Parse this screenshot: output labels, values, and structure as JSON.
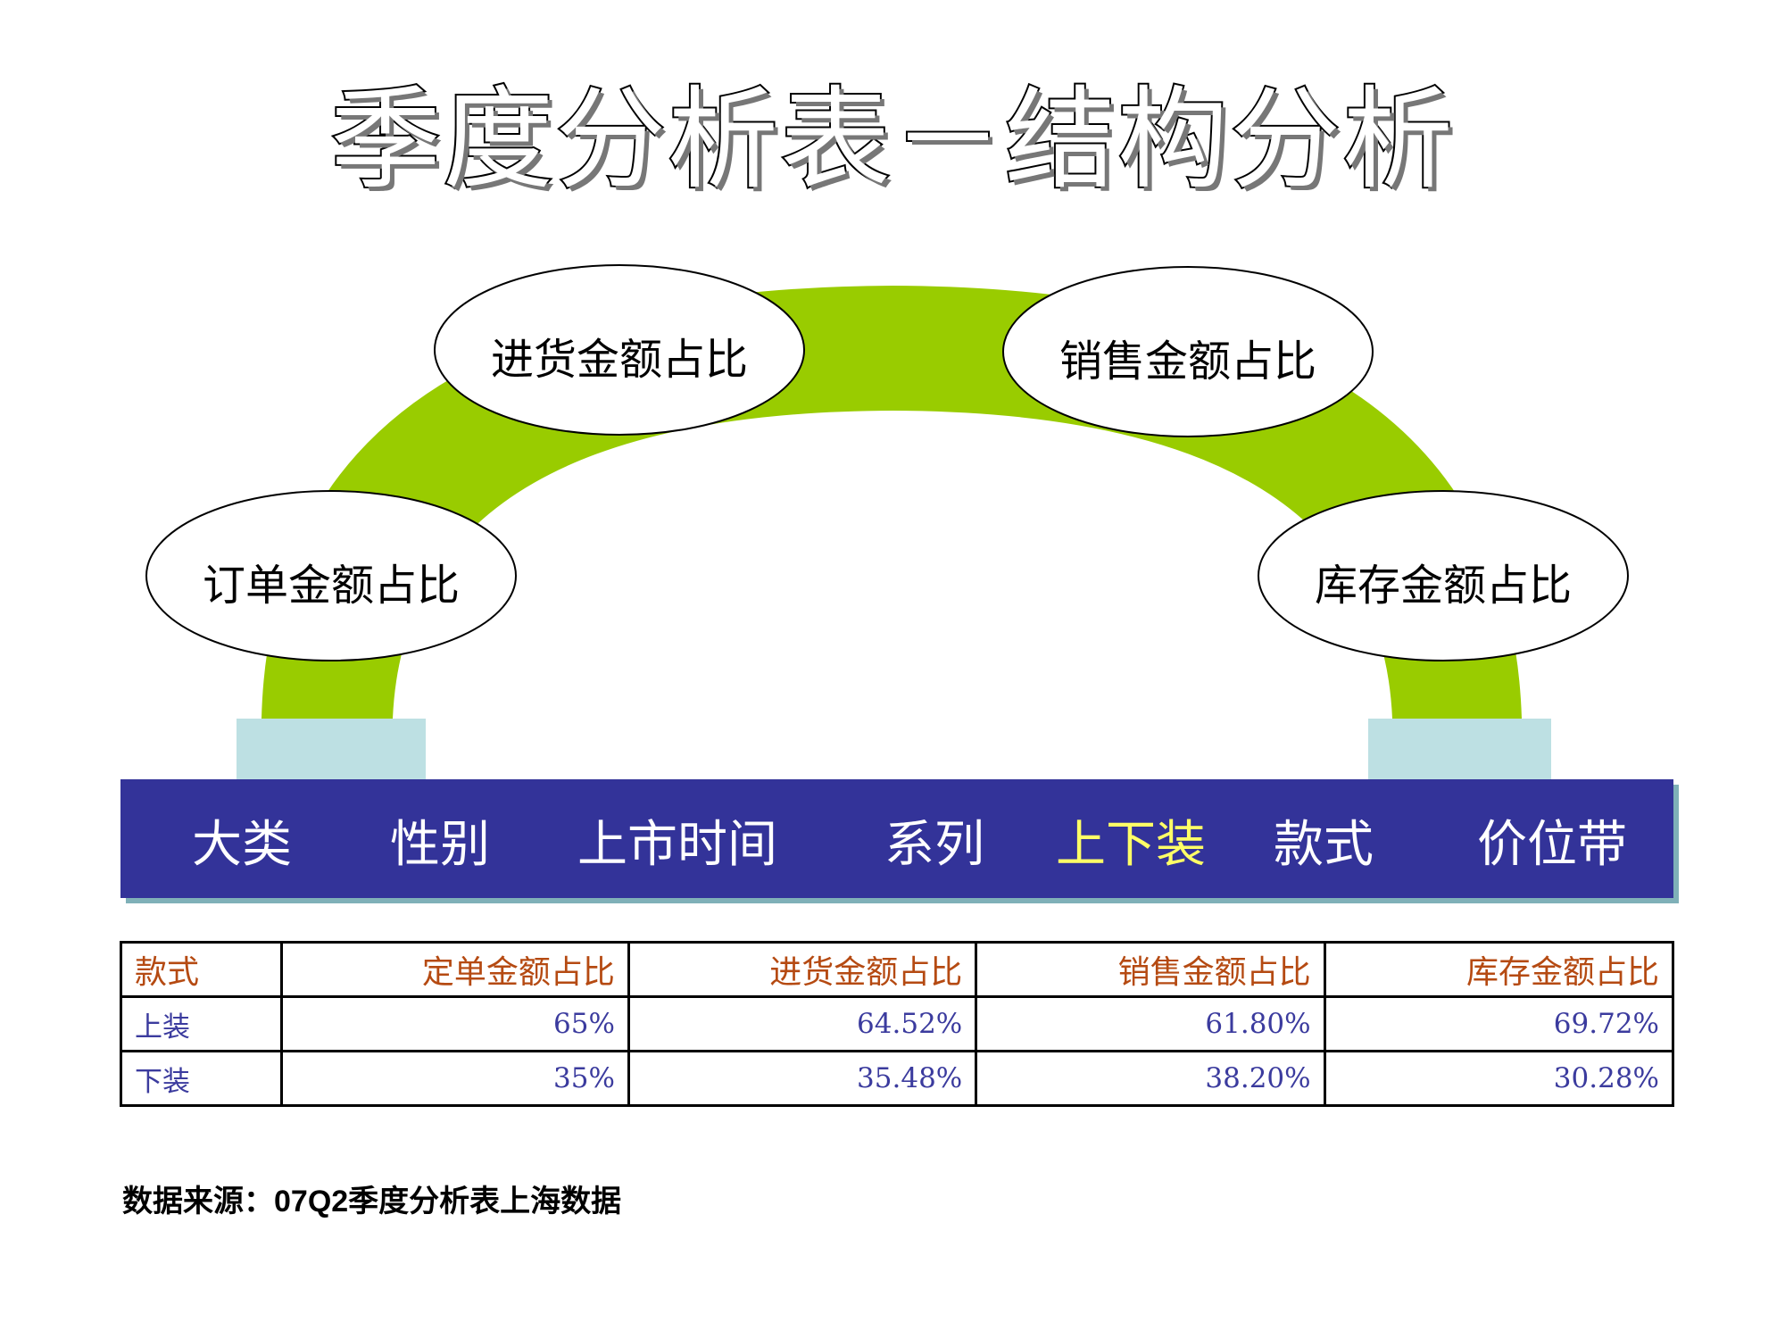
{
  "title": "季度分析表－结构分析",
  "ellipses": [
    "进货金额占比",
    "销售金额占比",
    "订单金额占比",
    "库存金额占比"
  ],
  "bar": {
    "items": [
      "大类",
      "性别",
      "上市时间",
      "系列",
      "上下装",
      "款式",
      "价位带"
    ],
    "active_index": 4
  },
  "table": {
    "headers": [
      "款式",
      "定单金额占比",
      "进货金额占比",
      "销售金额占比",
      "库存金额占比"
    ],
    "rows": [
      [
        "上装",
        "65%",
        "64.52%",
        "61.80%",
        "69.72%"
      ],
      [
        "下装",
        "35%",
        "35.48%",
        "38.20%",
        "30.28%"
      ]
    ]
  },
  "source": "数据来源：07Q2季度分析表上海数据",
  "colors": {
    "arch": "#99cc00",
    "pillar": "#bde0e3",
    "bar": "#333399",
    "active_text": "#ffff66",
    "header_text": "#b54a12",
    "cell_text": "#3b3b9e"
  }
}
